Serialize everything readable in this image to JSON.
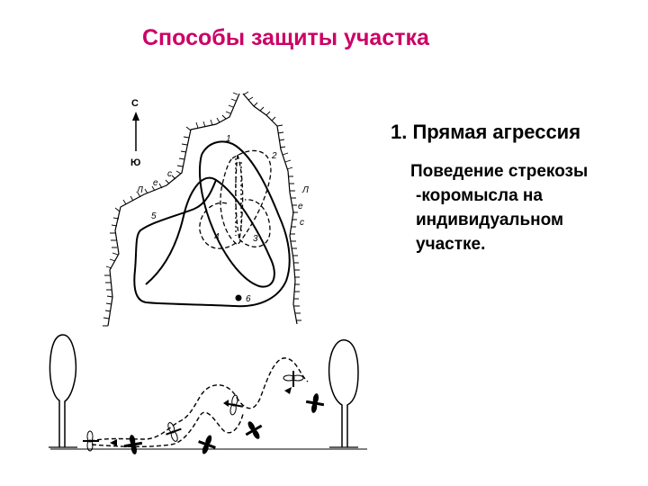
{
  "slide": {
    "title": "Способы защиты участка",
    "heading": "1. Прямая агрессия",
    "description_lines": [
      "Поведение стрекозы",
      "-коромысла на",
      "индивидуальном",
      "участке."
    ],
    "colors": {
      "title": "#cc0066",
      "heading": "#000000",
      "text": "#000000"
    }
  },
  "map_figure": {
    "compass": {
      "north_label": "С",
      "south_label": "Ю"
    },
    "shore_labels": [
      "Л",
      "е",
      "с",
      "Л",
      "е",
      "с"
    ],
    "point_labels": [
      "1",
      "2",
      "3",
      "4",
      "5",
      "6"
    ]
  }
}
